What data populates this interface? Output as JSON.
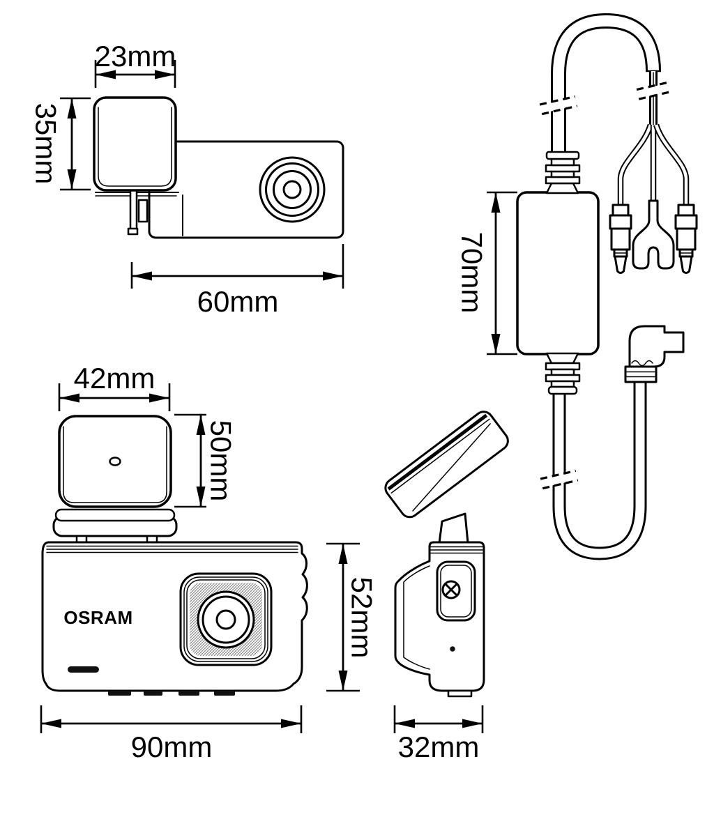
{
  "diagram": {
    "brand_label": "OSRAM",
    "background_color": "#ffffff",
    "line_color": "#000000",
    "views": {
      "rear_camera": {
        "width": "23mm",
        "height": "35mm",
        "length": "60mm"
      },
      "front_camera": {
        "mount_width": "42mm",
        "mount_height": "50mm",
        "body_height": "52mm",
        "body_width": "90mm"
      },
      "side_camera": {
        "depth": "32mm"
      },
      "power_adapter": {
        "height": "70mm"
      }
    }
  }
}
